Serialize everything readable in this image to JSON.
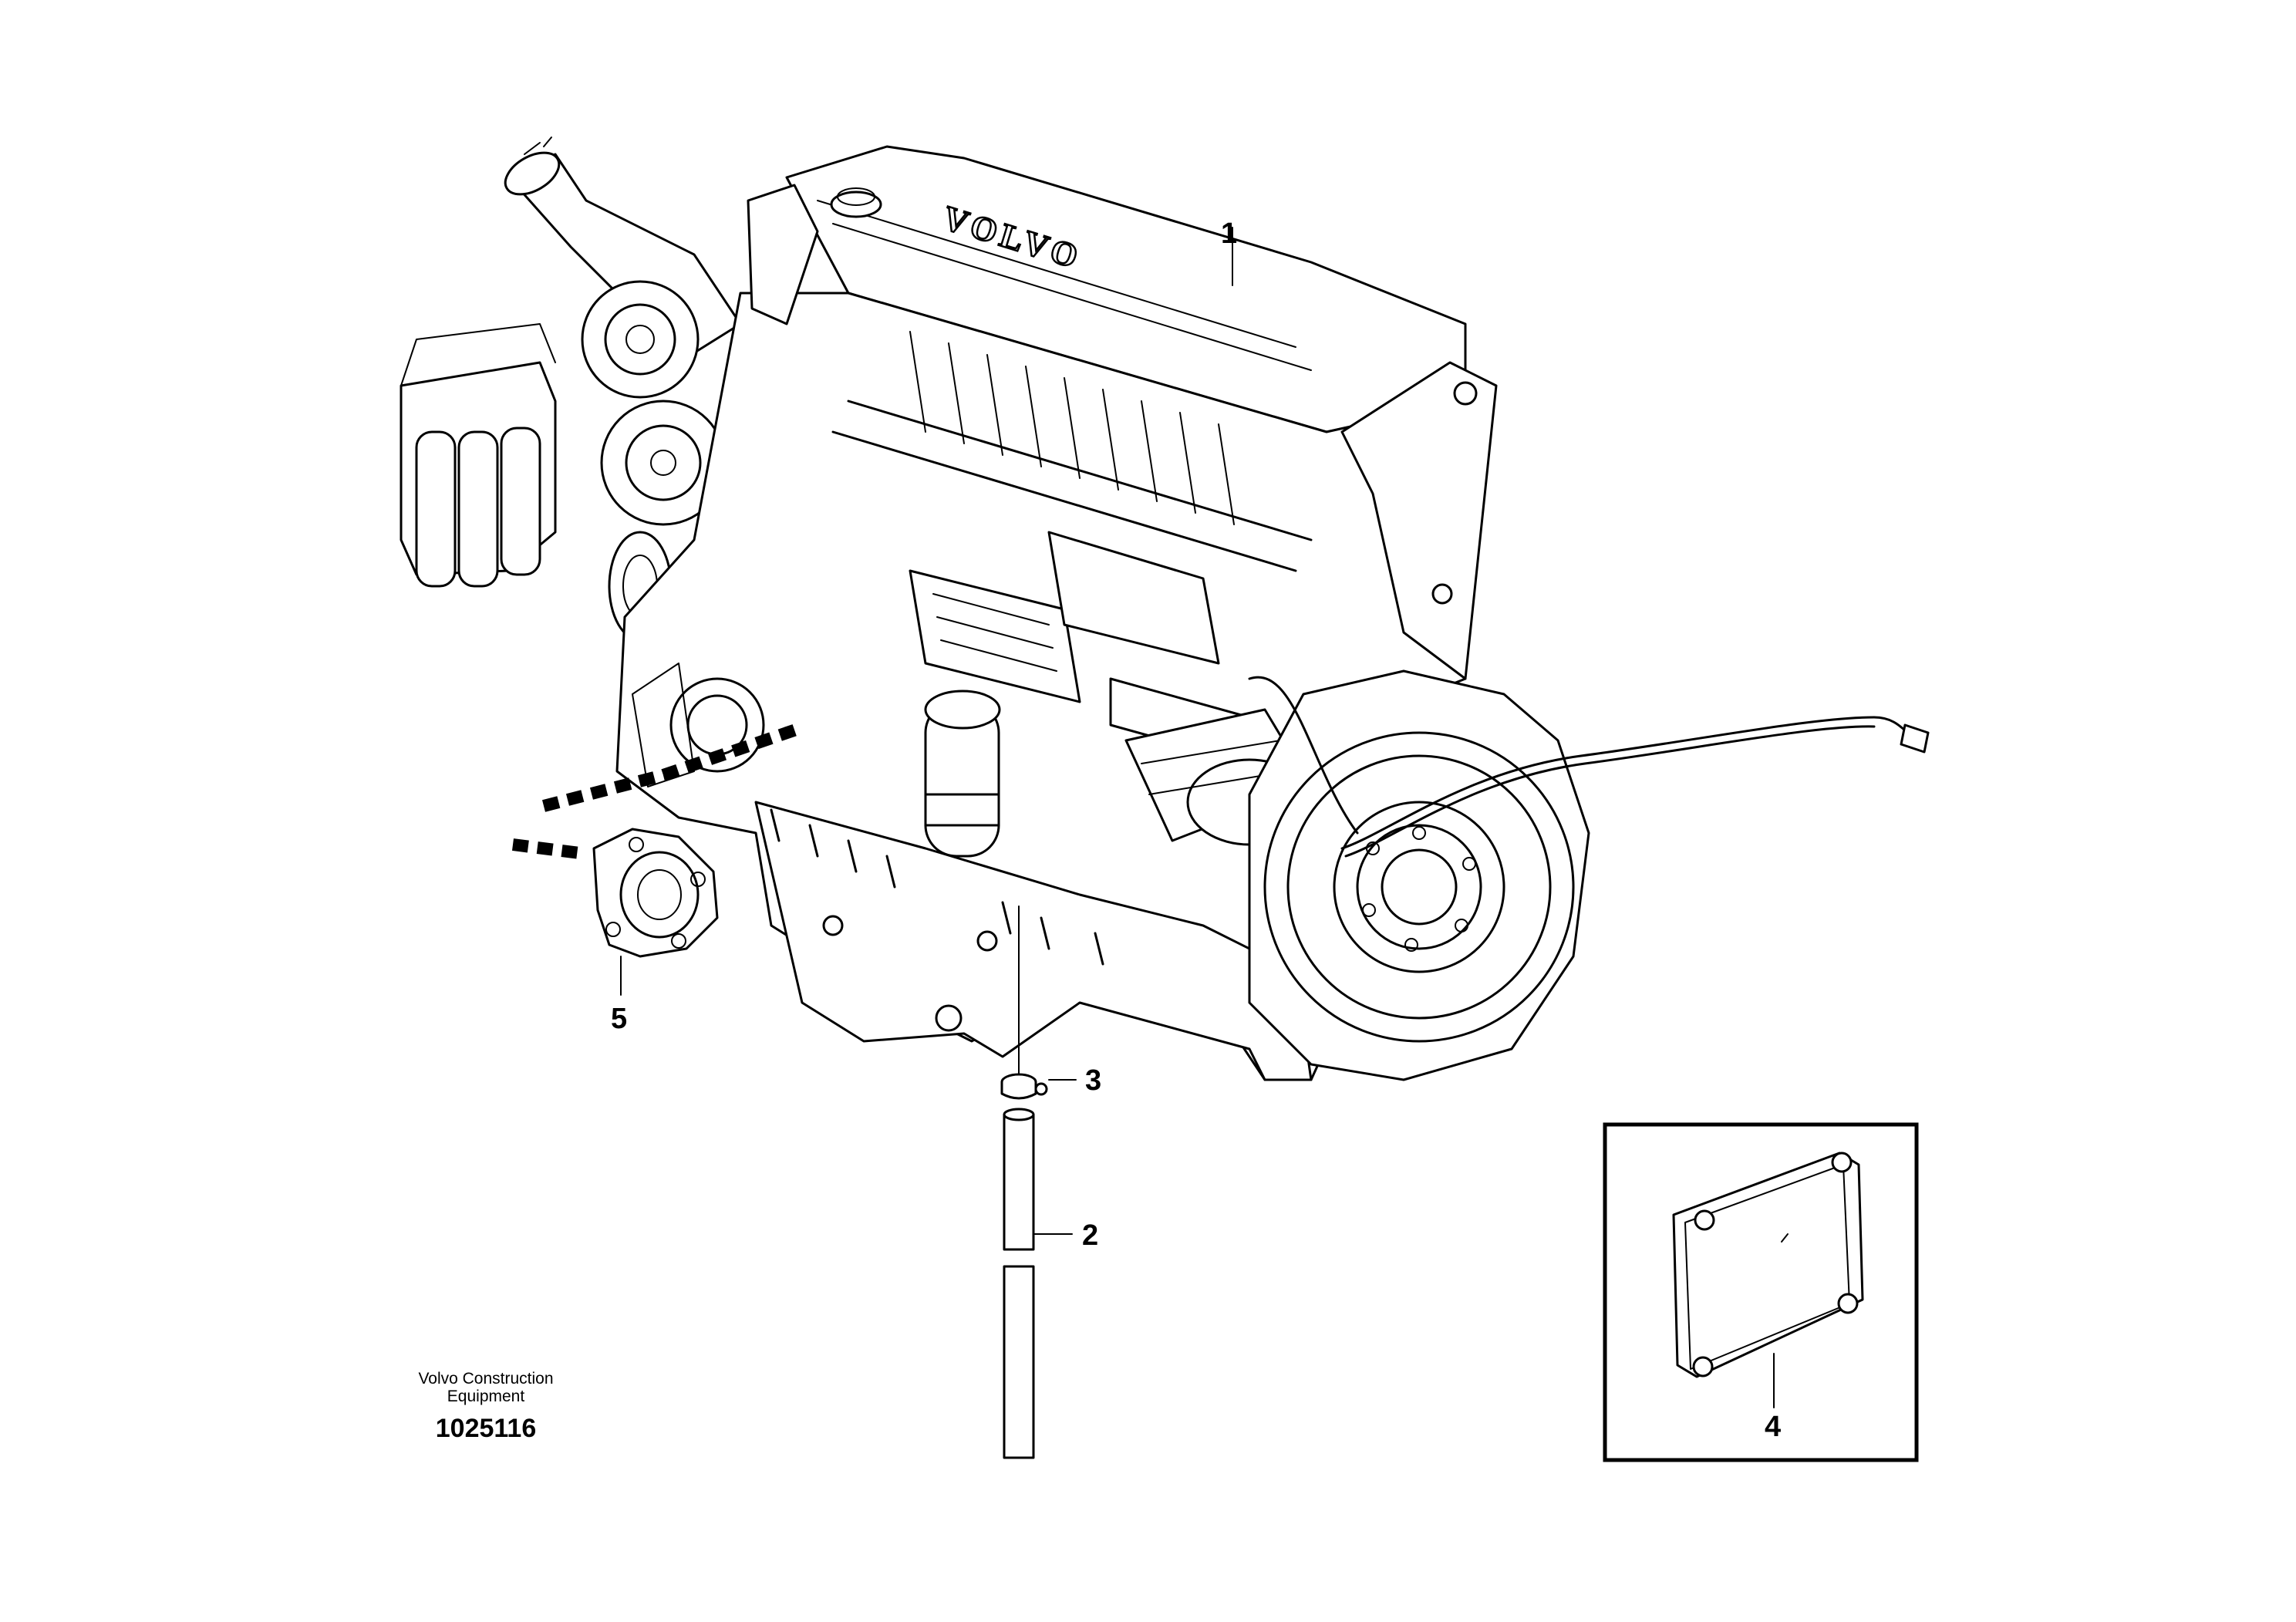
{
  "engine_cover_text": "VOLVO",
  "callouts": [
    "1",
    "2",
    "3",
    "4",
    "5"
  ],
  "footer": {
    "brand_line1": "Volvo Construction",
    "brand_line2": "Equipment",
    "drawing_number": "1025116"
  }
}
